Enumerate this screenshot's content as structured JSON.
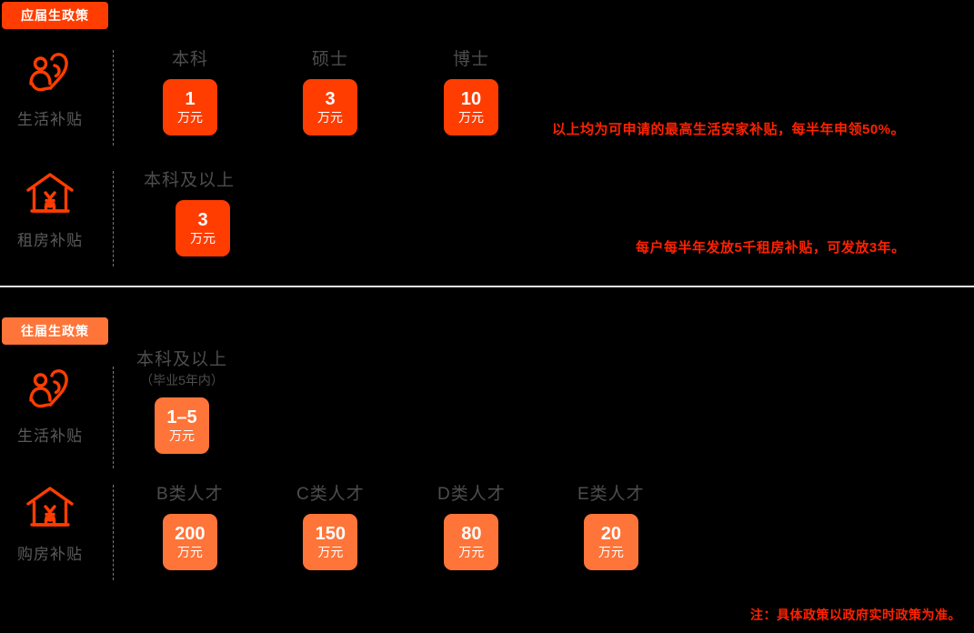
{
  "theme": {
    "background": "#000000",
    "accent_strong": "#FF3D00",
    "accent_light": "#FF7438",
    "note_red": "#FF2200",
    "label_gray": "#4d4d4d",
    "divider": "#e8e8e8"
  },
  "sections": [
    {
      "badge": "应届生政策",
      "badge_color": "#FF3D00",
      "rows": [
        {
          "icon": "person-heart-icon",
          "caption": "生活补贴",
          "columns": [
            {
              "title": "本科",
              "subtitle": "",
              "amount": "1",
              "unit": "万元"
            },
            {
              "title": "硕士",
              "subtitle": "",
              "amount": "3",
              "unit": "万元"
            },
            {
              "title": "博士",
              "subtitle": "",
              "amount": "10",
              "unit": "万元"
            }
          ],
          "note": "以上均为可申请的最高生活安家补贴，每半年申领50%。"
        },
        {
          "icon": "house-yuan-icon",
          "caption": "租房补贴",
          "columns": [
            {
              "title": "本科及以上",
              "subtitle": "",
              "amount": "3",
              "unit": "万元"
            }
          ],
          "note": "每户每半年发放5千租房补贴，可发放3年。"
        }
      ]
    },
    {
      "badge": "往届生政策",
      "badge_color": "#FF7438",
      "rows": [
        {
          "icon": "person-heart-icon",
          "caption": "生活补贴",
          "columns": [
            {
              "title": "本科及以上",
              "subtitle": "（毕业5年内）",
              "amount": "1–5",
              "unit": "万元"
            }
          ],
          "note": ""
        },
        {
          "icon": "house-yuan-icon",
          "caption": "购房补贴",
          "columns": [
            {
              "title": "B类人才",
              "subtitle": "",
              "amount": "200",
              "unit": "万元"
            },
            {
              "title": "C类人才",
              "subtitle": "",
              "amount": "150",
              "unit": "万元"
            },
            {
              "title": "D类人才",
              "subtitle": "",
              "amount": "80",
              "unit": "万元"
            },
            {
              "title": "E类人才",
              "subtitle": "",
              "amount": "20",
              "unit": "万元"
            }
          ],
          "note": ""
        }
      ]
    }
  ],
  "footer_note": "注：具体政策以政府实时政策为准。"
}
